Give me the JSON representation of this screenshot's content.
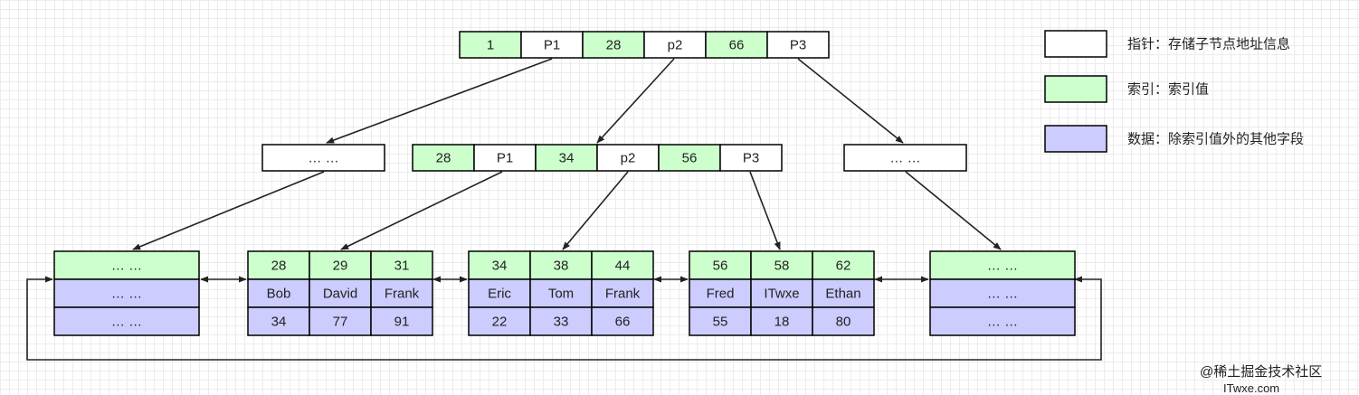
{
  "colors": {
    "pointer": "#ffffff",
    "index": "#ccffcc",
    "data": "#ccccff",
    "stroke": "#000000",
    "edge": "#222222"
  },
  "root": {
    "cells": [
      "1",
      "P1",
      "28",
      "p2",
      "66",
      "P3"
    ],
    "kinds": [
      "index",
      "pointer",
      "index",
      "pointer",
      "index",
      "pointer"
    ]
  },
  "middle_left": {
    "label": "… …"
  },
  "middle_center": {
    "cells": [
      "28",
      "P1",
      "34",
      "p2",
      "56",
      "P3"
    ],
    "kinds": [
      "index",
      "pointer",
      "index",
      "pointer",
      "index",
      "pointer"
    ]
  },
  "middle_right": {
    "label": "… …"
  },
  "leaves": [
    {
      "name": "leaf-1",
      "ellipsis": true,
      "rows": [
        [
          "… …"
        ],
        [
          "… …"
        ],
        [
          "… …"
        ]
      ]
    },
    {
      "name": "leaf-2",
      "ellipsis": false,
      "rows": [
        [
          "28",
          "29",
          "31"
        ],
        [
          "Bob",
          "David",
          "Frank"
        ],
        [
          "34",
          "77",
          "91"
        ]
      ]
    },
    {
      "name": "leaf-3",
      "ellipsis": false,
      "rows": [
        [
          "34",
          "38",
          "44"
        ],
        [
          "Eric",
          "Tom",
          "Frank"
        ],
        [
          "22",
          "33",
          "66"
        ]
      ]
    },
    {
      "name": "leaf-4",
      "ellipsis": false,
      "rows": [
        [
          "56",
          "58",
          "62"
        ],
        [
          "Fred",
          "ITwxe",
          "Ethan"
        ],
        [
          "55",
          "18",
          "80"
        ]
      ]
    },
    {
      "name": "leaf-5",
      "ellipsis": true,
      "rows": [
        [
          "… …"
        ],
        [
          "… …"
        ],
        [
          "… …"
        ]
      ]
    }
  ],
  "legend": [
    {
      "kind": "pointer",
      "label": "指针：存储子节点地址信息"
    },
    {
      "kind": "index",
      "label": "索引：索引值"
    },
    {
      "kind": "data",
      "label": "数据：除索引值外的其他字段"
    }
  ],
  "watermark": {
    "line1": "@稀土掘金技术社区",
    "line2": "ITwxe.com"
  }
}
